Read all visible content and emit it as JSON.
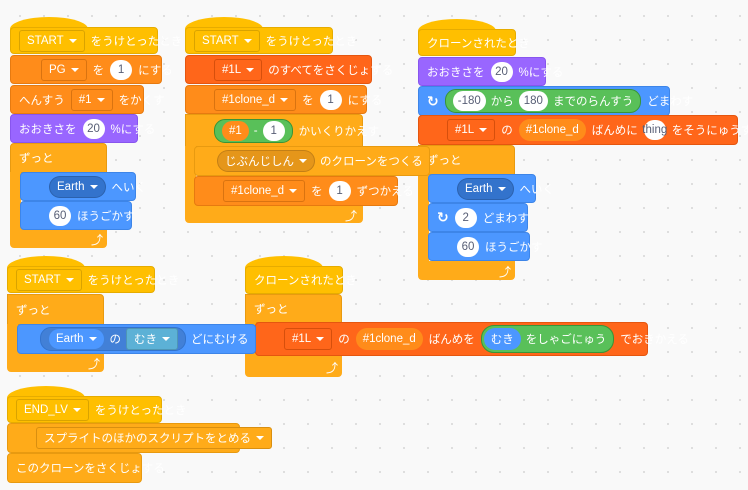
{
  "s1": {
    "hat_msg": "START",
    "hat_text": "をうけとったとき",
    "set_var": "PG",
    "set_to": "を",
    "set_val": "1",
    "set_end": "にする",
    "hide_pre": "へんすう",
    "hide_var": "#1",
    "hide_end": "をかくす",
    "size_pre": "おおきさを",
    "size_val": "20",
    "size_end": "%にする",
    "forever": "ずっと",
    "goto_target": "Earth",
    "goto_end": "へいく",
    "move_val": "60",
    "move_end": "ほうごかす"
  },
  "s2": {
    "hat_msg": "START",
    "hat_text": "をうけとったとき",
    "del_list": "#1L",
    "del_end": "のすべてをさくじょする",
    "set_var": "#1clone_d",
    "set_to": "を",
    "set_val": "1",
    "set_end": "にする",
    "rep_a": "#1",
    "rep_op": "-",
    "rep_b": "1",
    "rep_end": "かいくりかえす",
    "clone_target": "じぶんじしん",
    "clone_end": "のクローンをつくる",
    "chg_var": "#1clone_d",
    "chg_to": "を",
    "chg_val": "1",
    "chg_end": "ずつかえる"
  },
  "s3": {
    "hat_text": "クローンされたとき",
    "size_pre": "おおきさを",
    "size_val": "20",
    "size_end": "%にする",
    "rand_from": "-180",
    "rand_mid": "から",
    "rand_to": "180",
    "rand_end": "までのらんすう",
    "turn_end": "どまわす",
    "ins_list": "#1L",
    "ins_of": "の",
    "ins_idx": "#1clone_d",
    "ins_mid": "ばんめに",
    "ins_item": "thing",
    "ins_end": "をそうにゅうする",
    "forever": "ずっと",
    "goto_target": "Earth",
    "goto_end": "へいく",
    "turn_val": "2",
    "turn_end2": "どまわす",
    "move_val": "60",
    "move_end": "ほうごかす"
  },
  "s4": {
    "hat_msg": "START",
    "hat_text": "をうけとったとき",
    "forever": "ずっと",
    "pt_obj": "Earth",
    "pt_of": "の",
    "pt_prop": "むき",
    "pt_end": "どにむける"
  },
  "s5": {
    "hat_text": "クローンされたとき",
    "forever": "ずっと",
    "rep_list": "#1L",
    "rep_of": "の",
    "rep_idx": "#1clone_d",
    "rep_mid": "ばんめを",
    "round_in": "むき",
    "round_end": "をしゃごにゅう",
    "rep_end": "でおきかえる"
  },
  "s6": {
    "hat_msg": "END_LV",
    "hat_text": "をうけとったとき",
    "stop_opt": "スプライトのほかのスクリプトをとめる",
    "del_clone": "このクローンをさくじょする"
  }
}
